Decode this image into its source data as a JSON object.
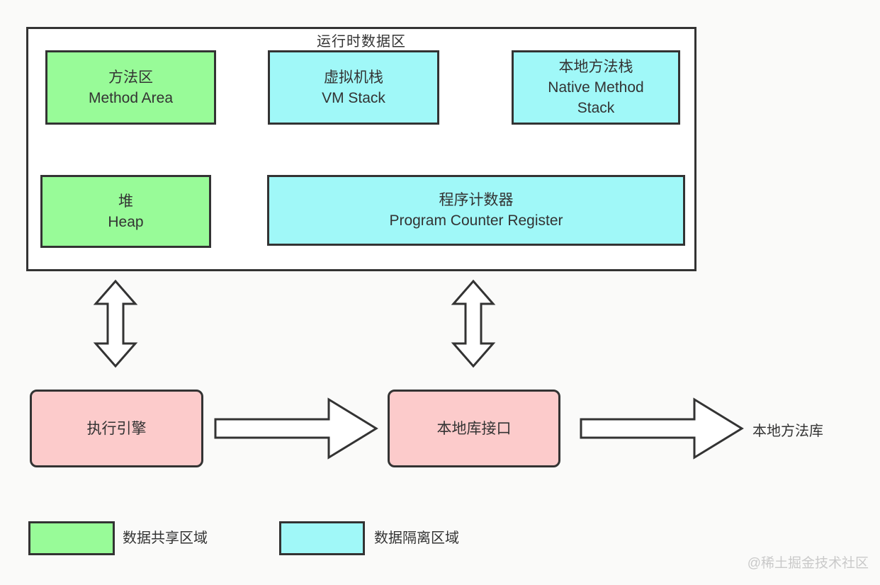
{
  "colors": {
    "background": "#FAFAF9",
    "panel_white": "#FFFFFF",
    "border_dark": "#333333",
    "text_dark": "#333333",
    "shared_green": "#98FB98",
    "isolated_cyan": "#A0F8F8",
    "engine_pink": "#FCCBCB",
    "watermark_gray": "#C9C9C9"
  },
  "diagram": {
    "title": "运行时数据区",
    "boxes": {
      "method_area": {
        "zh": "方法区",
        "en": "Method Area",
        "type": "shared"
      },
      "vm_stack": {
        "zh": "虚拟机栈",
        "en": "VM Stack",
        "type": "isolated"
      },
      "native_method_stack": {
        "zh": "本地方法栈",
        "en": "Native Method Stack",
        "type": "isolated"
      },
      "heap": {
        "zh": "堆",
        "en": "Heap",
        "type": "shared"
      },
      "program_counter": {
        "zh": "程序计数器",
        "en": "Program Counter Register",
        "type": "isolated"
      }
    },
    "engine_box": {
      "label": "执行引擎"
    },
    "native_interface_box": {
      "label": "本地库接口"
    },
    "native_library_label": "本地方法库",
    "legend": [
      {
        "swatch": "green",
        "label": "数据共享区域"
      },
      {
        "swatch": "cyan",
        "label": "数据隔离区域"
      }
    ],
    "watermark": "@稀土掘金技术社区"
  }
}
